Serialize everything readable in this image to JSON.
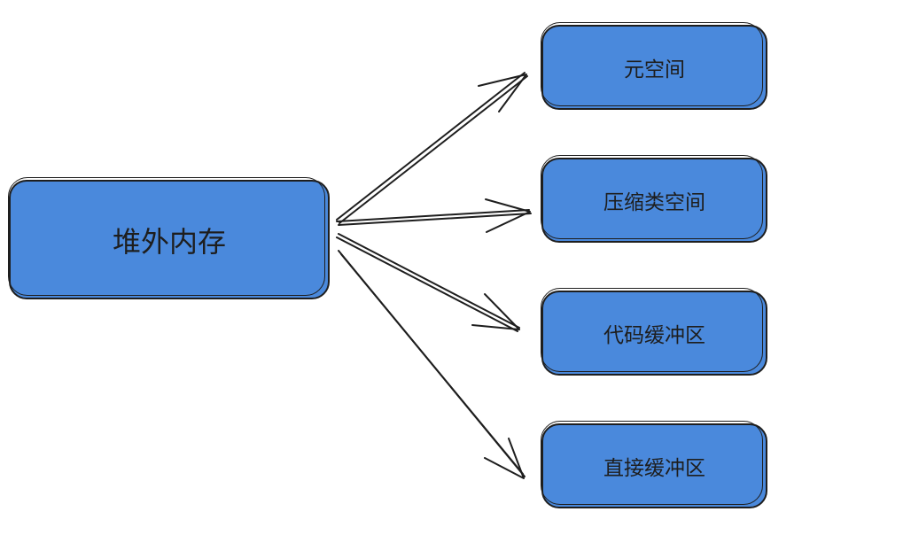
{
  "nodes": {
    "root": "堆外内存",
    "metaspace": "元空间",
    "compressed_class_space": "压缩类空间",
    "code_cache": "代码缓冲区",
    "direct_buffer": "直接缓冲区"
  },
  "edges": [
    {
      "from": "root",
      "to": "metaspace"
    },
    {
      "from": "root",
      "to": "compressed_class_space"
    },
    {
      "from": "root",
      "to": "code_cache"
    },
    {
      "from": "root",
      "to": "direct_buffer"
    }
  ],
  "colors": {
    "node_fill": "#4a89dc",
    "stroke": "#1e1e1e",
    "background": "#ffffff"
  }
}
